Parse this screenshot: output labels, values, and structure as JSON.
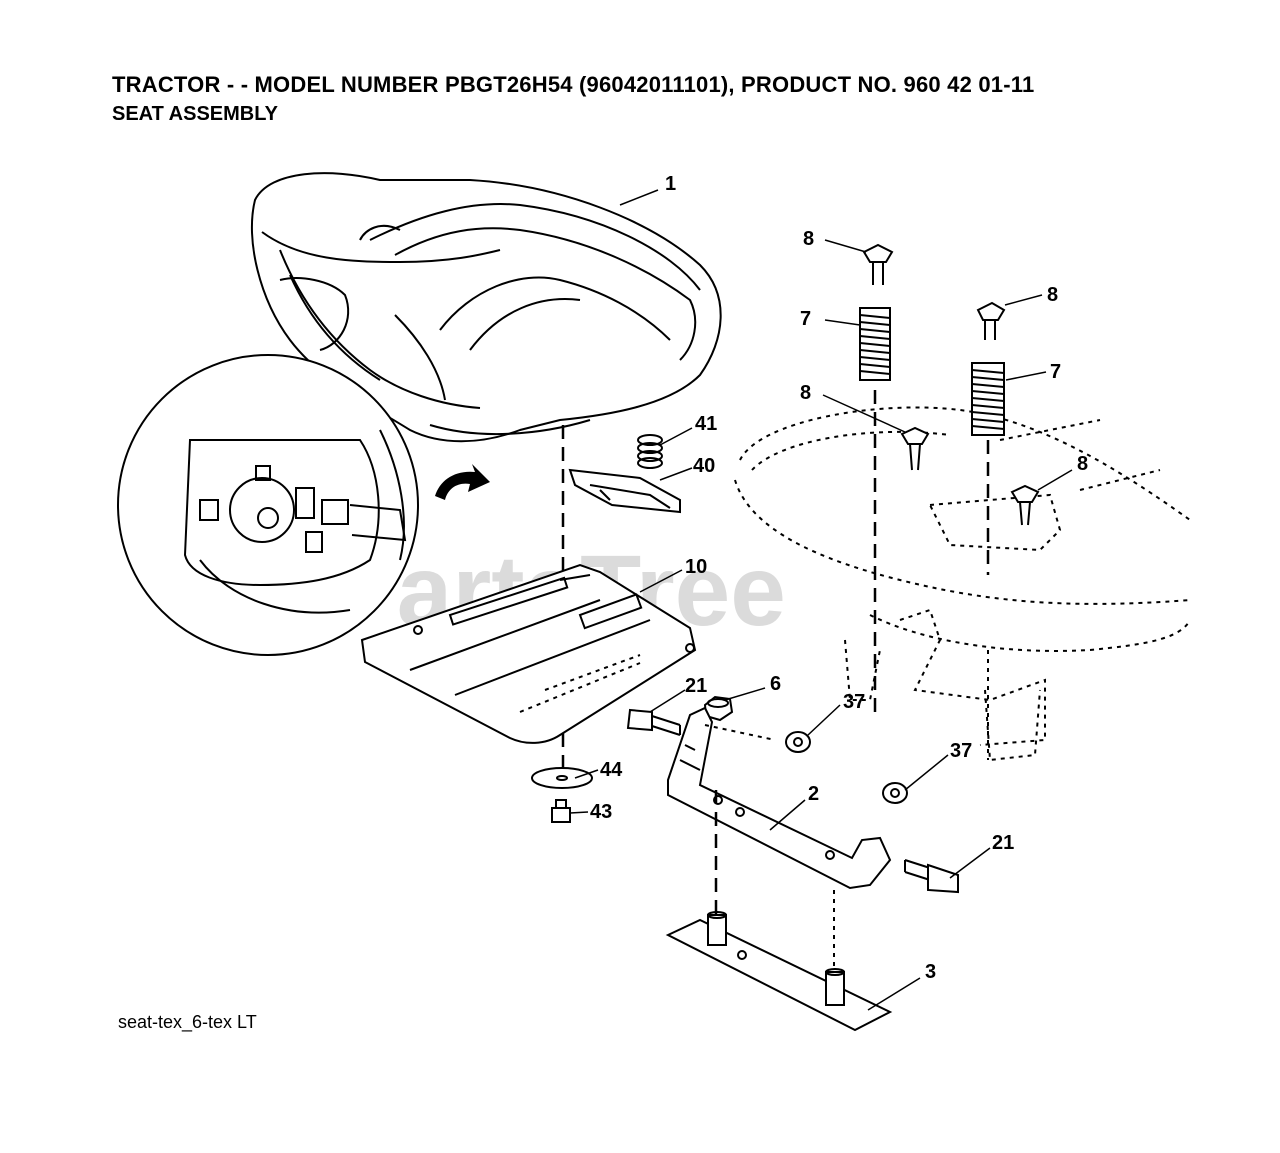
{
  "header": {
    "title": "TRACTOR - - MODEL NUMBER PBGT26H54 (96042011101), PRODUCT NO. 960 42 01-11",
    "subtitle": "SEAT ASSEMBLY"
  },
  "footer": {
    "drawing_code": "seat-tex_6-tex LT"
  },
  "watermark": {
    "text": "PartsTree"
  },
  "callouts": {
    "c1": "1",
    "c2": "2",
    "c3": "3",
    "c6": "6",
    "c7a": "7",
    "c7b": "7",
    "c8a": "8",
    "c8b": "8",
    "c8c": "8",
    "c8d": "8",
    "c10": "10",
    "c21a": "21",
    "c21b": "21",
    "c37a": "37",
    "c37b": "37",
    "c40": "40",
    "c41": "41",
    "c43": "43",
    "c44": "44"
  },
  "colors": {
    "line": "#000000",
    "background": "#ffffff",
    "watermark": "#cfcfcf"
  }
}
